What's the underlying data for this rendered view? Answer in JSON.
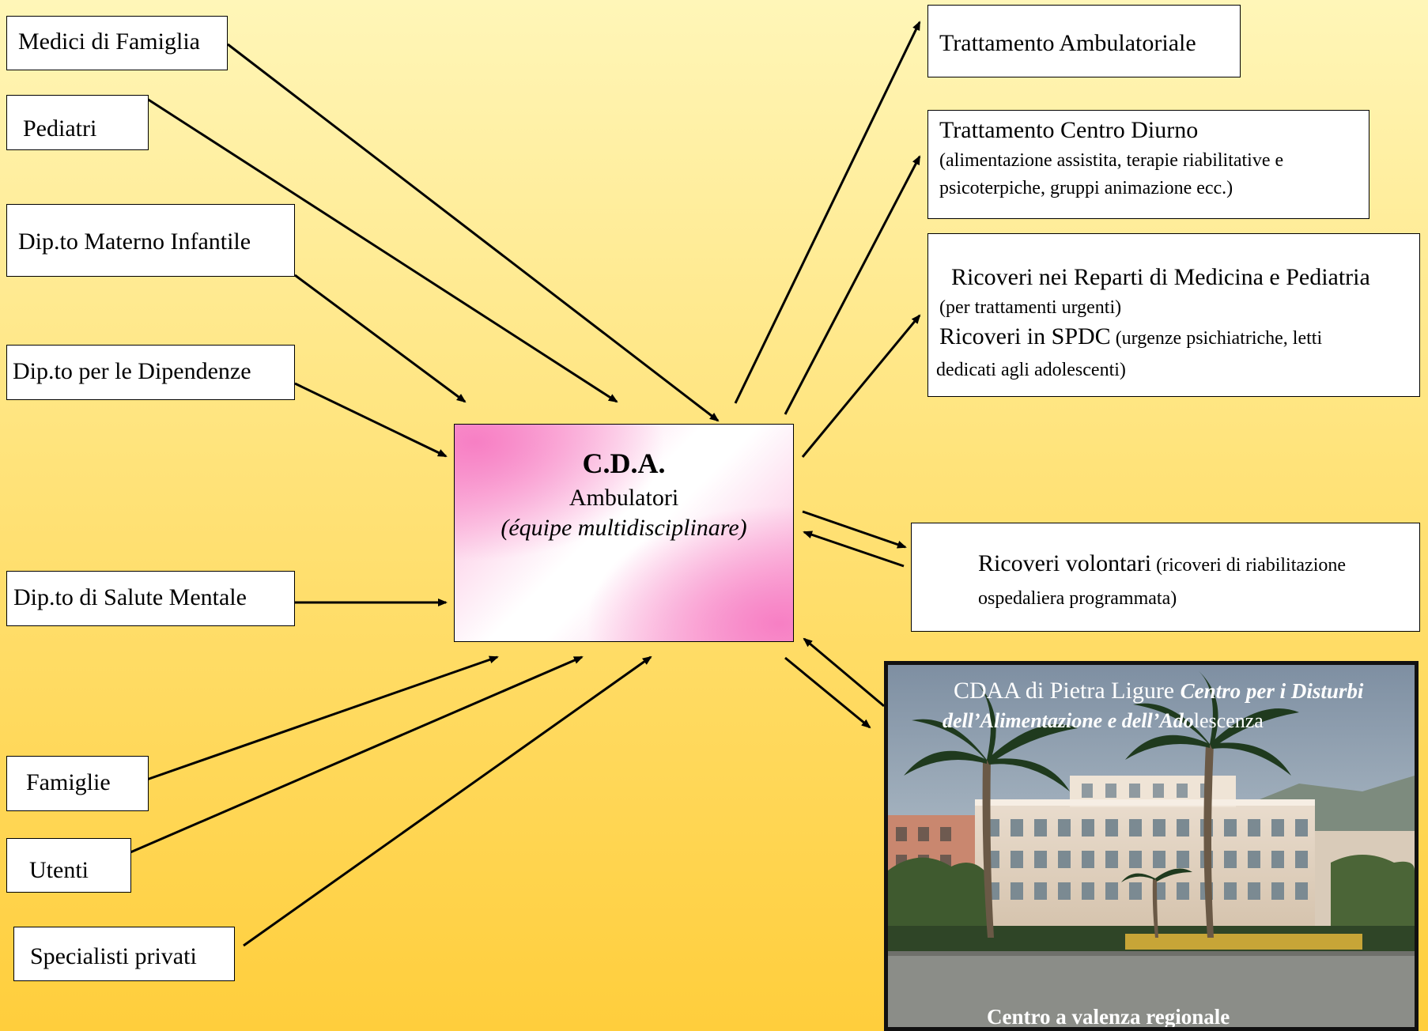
{
  "sources": {
    "medici": "Medici di Famiglia",
    "pediatri": "Pediatri",
    "materno": "Dip.to Materno Infantile",
    "dipendenze": "Dip.to per le Dipendenze",
    "salute_mentale": "Dip.to di Salute Mentale",
    "famiglie": "Famiglie",
    "utenti": "Utenti",
    "specialisti": "Specialisti privati"
  },
  "center": {
    "title": "C.D.A.",
    "subtitle": "Ambulatori",
    "team": "(équipe multidisciplinare)"
  },
  "outputs": {
    "ambulatoriale": "Trattamento Ambulatoriale",
    "diurno_title": "Trattamento Centro Diurno",
    "diurno_desc_1": "(alimentazione assistita, terapie riabilitative e",
    "diurno_desc_2": " psicoterpiche, gruppi animazione ecc.)",
    "ricoveri_title": "Ricoveri nei Reparti di Medicina e Pediatria",
    "ricoveri_desc": "(per trattamenti urgenti)",
    "spdc_title": "Ricoveri in SPDC",
    "spdc_desc_1": " (urgenze psichiatriche, letti",
    "spdc_desc_2": "dedicati agli adolescenti)",
    "volontari_title": "Ricoveri volontari",
    "volontari_desc_1": " (ricoveri di riabilitazione",
    "volontari_desc_2": "ospedaliera programmata)"
  },
  "photo": {
    "caption_main": "CDAA di Pietra Ligure ",
    "caption_italic": "Centro per i Disturbi",
    "caption_line2_italic": "dell’Alimentazione e dell’Ado",
    "caption_line2_rest": "lescenza",
    "footer": "Centro a valenza regionale"
  }
}
